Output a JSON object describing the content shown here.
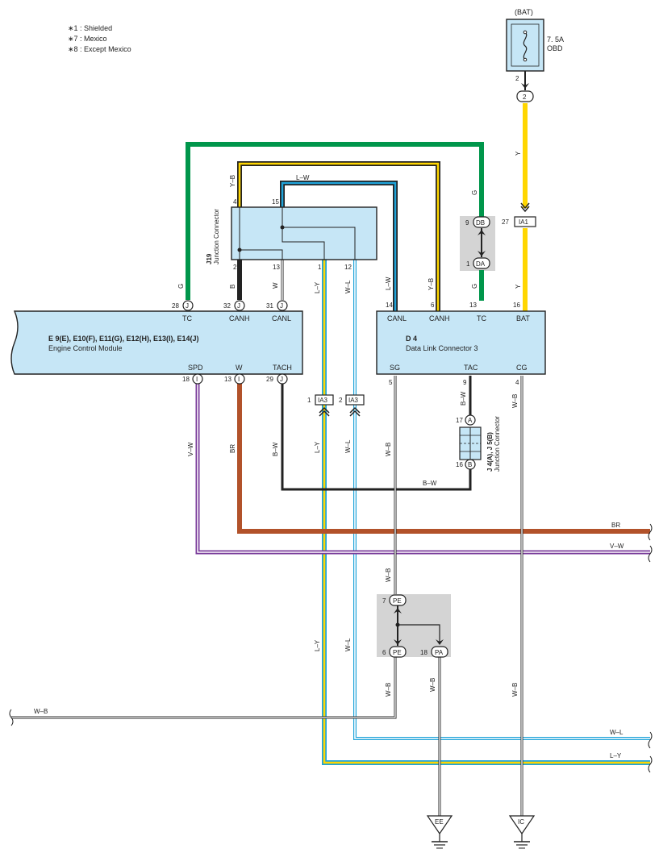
{
  "legend": [
    "∗1 : Shielded",
    "∗7 : Mexico",
    "∗8 : Except Mexico"
  ],
  "fuse": {
    "source": "(BAT)",
    "rating": "7. 5A",
    "name": "OBD",
    "pin": "2",
    "connector": "2"
  },
  "colors": {
    "green": "#00964b",
    "yellow": "#ffd600",
    "blue": "#1fa3d9",
    "brown": "#b2522a",
    "violet": "#7a3c9b",
    "black": "#222222",
    "box": "#c6e6f6",
    "grey": "#d4d4d4"
  },
  "junction_j19": {
    "id": "J19",
    "name": "Junction Connector",
    "pins": {
      "p4": "4",
      "p15": "15",
      "p2": "2",
      "p13": "13",
      "p1": "1",
      "p12": "12"
    }
  },
  "ecm": {
    "title": "E 9(E), E10(F), E11(G), E12(H), E13(I), E14(J)",
    "name": "Engine Control Module",
    "terms": {
      "tc": "TC",
      "canh": "CANH",
      "canl": "CANL",
      "spd": "SPD",
      "w": "W",
      "tach": "TACH"
    },
    "pins": {
      "tc": "28",
      "canh": "32",
      "canl": "31",
      "spd": "18",
      "w": "13",
      "tach": "29"
    },
    "conn": {
      "tc": "J",
      "canh": "J",
      "canl": "J",
      "spd": "I",
      "w": "I",
      "tach": "J"
    }
  },
  "dlc": {
    "id": "D 4",
    "name": "Data Link Connector 3",
    "terms": {
      "canl": "CANL",
      "canh": "CANH",
      "tc": "TC",
      "bat": "BAT",
      "sg": "SG",
      "tac": "TAC",
      "cg": "CG"
    },
    "pins": {
      "canl": "14",
      "canh": "6",
      "tc": "13",
      "bat": "16",
      "sg": "5",
      "tac": "9",
      "cg": "4"
    }
  },
  "junction_j4": {
    "id": "J 4(A), J 5(B)",
    "name": "Junction Connector",
    "pins": {
      "p17": "17",
      "p16": "16"
    },
    "conn": {
      "a": "A",
      "b": "B"
    }
  },
  "connectors": {
    "db": {
      "pin": "9",
      "code": "DB"
    },
    "da": {
      "pin": "1",
      "code": "DA"
    },
    "ia1": {
      "pin": "27",
      "code": "IA1"
    },
    "ia3a": {
      "pin": "1",
      "code": "IA3"
    },
    "ia3b": {
      "pin": "2",
      "code": "IA3"
    },
    "pe_top": {
      "pin": "7",
      "code": "PE"
    },
    "pe_bot": {
      "pin": "6",
      "code": "PE"
    },
    "pa": {
      "pin": "18",
      "code": "PA"
    }
  },
  "wire_labels": {
    "g_left": "G",
    "g_db": "G",
    "g_da": "G",
    "y_fuse": "Y",
    "y_bat": "Y",
    "yb_top": "Y–B",
    "yb_dlc": "Y–B",
    "lw_top": "L–W",
    "lw_dlc": "L–W",
    "b_canh": "B",
    "w_canl": "W",
    "ly_mid": "L–Y",
    "wl_mid": "W–L",
    "ly_ia3": "L–Y",
    "wl_ia3": "W–L",
    "ly_low": "L–Y",
    "wl_low": "W–L",
    "vw_spd": "V–W",
    "br_w": "BR",
    "bw_tach": "B–W",
    "bw_horiz": "B–W",
    "bw_tac": "B–W",
    "wb_sg": "W–B",
    "wb_pe": "W–B",
    "wb_pe6": "W–B",
    "wb_pa": "W–B",
    "wb_cg": "W–B",
    "wb_cg2": "W–B",
    "right_br": "BR",
    "right_vw": "V–W",
    "right_wl": "W–L",
    "right_ly": "L–Y",
    "left_wb": "W–B"
  },
  "grounds": {
    "ee": "EE",
    "ic": "IC"
  }
}
